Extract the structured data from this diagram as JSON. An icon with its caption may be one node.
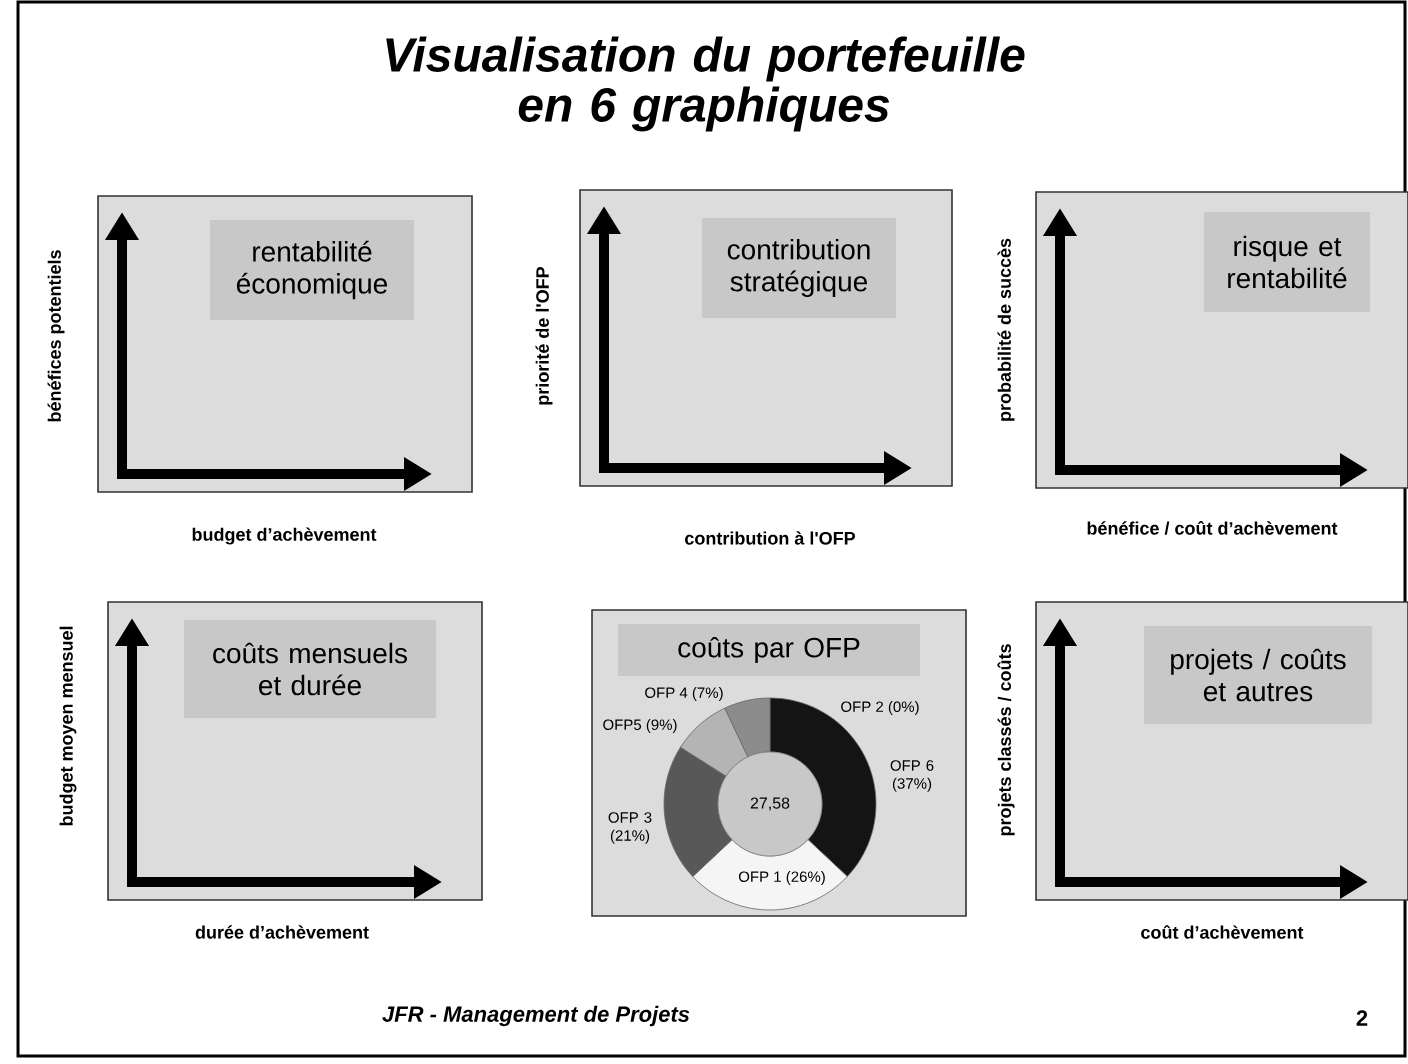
{
  "diagram": {
    "title": "Visualisation du portefeuille en 6 graphiques",
    "nodes": [
      {
        "text": [
          "rentabilité économique"
        ],
        "beside": [
          "bénéfices potentiels",
          "budget d’achèvement"
        ]
      },
      {
        "text": [
          "contribution stratégique"
        ],
        "beside": [
          "priorité de l'OFP",
          "contribution à l'OFP"
        ]
      },
      {
        "text": [
          "risque et rentabilité"
        ],
        "beside": [
          "probabilité de succès",
          "bénéfice / coût d’achèvement"
        ]
      },
      {
        "text": [
          "coûts mensuels et durée"
        ],
        "beside": [
          "budget moyen mensuel",
          "durée d’achèvement"
        ]
      },
      {
        "text": [
          "coûts par OFP"
        ]
      },
      {
        "text": [
          "projets / coûts et autres"
        ],
        "beside": [
          "projets classés / coûts",
          "coût d’achèvement"
        ]
      }
    ],
    "labels": [
      "JFR - Management de Projets",
      "2"
    ],
    "chart_data": {
      "type": "donut",
      "categories": [
        "OFP 2 (0%)",
        "OFP 6 (37%)",
        "OFP 1 (26%)",
        "OFP 3 (21%)",
        "OFP5 (9%)",
        "OFP 4 (7%)"
      ],
      "values": [
        0,
        37,
        26,
        21,
        9,
        7
      ],
      "annotations": [
        "27,58"
      ]
    }
  }
}
